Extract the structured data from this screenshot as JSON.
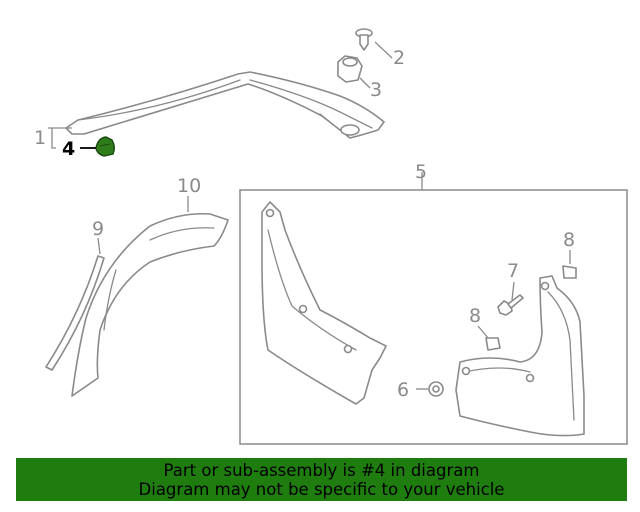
{
  "callouts": {
    "c1": "1",
    "c2": "2",
    "c3": "3",
    "c4": "4",
    "c5": "5",
    "c6": "6",
    "c7": "7",
    "c8a": "8",
    "c8b": "8",
    "c9": "9",
    "c10": "10"
  },
  "highlighted_part": "4",
  "highlight_color": "#2e7d1a",
  "banner": {
    "line1": "Part or sub-assembly is #4 in diagram",
    "line2": "Diagram may not be specific to your vehicle",
    "background": "#1e7d0e"
  }
}
